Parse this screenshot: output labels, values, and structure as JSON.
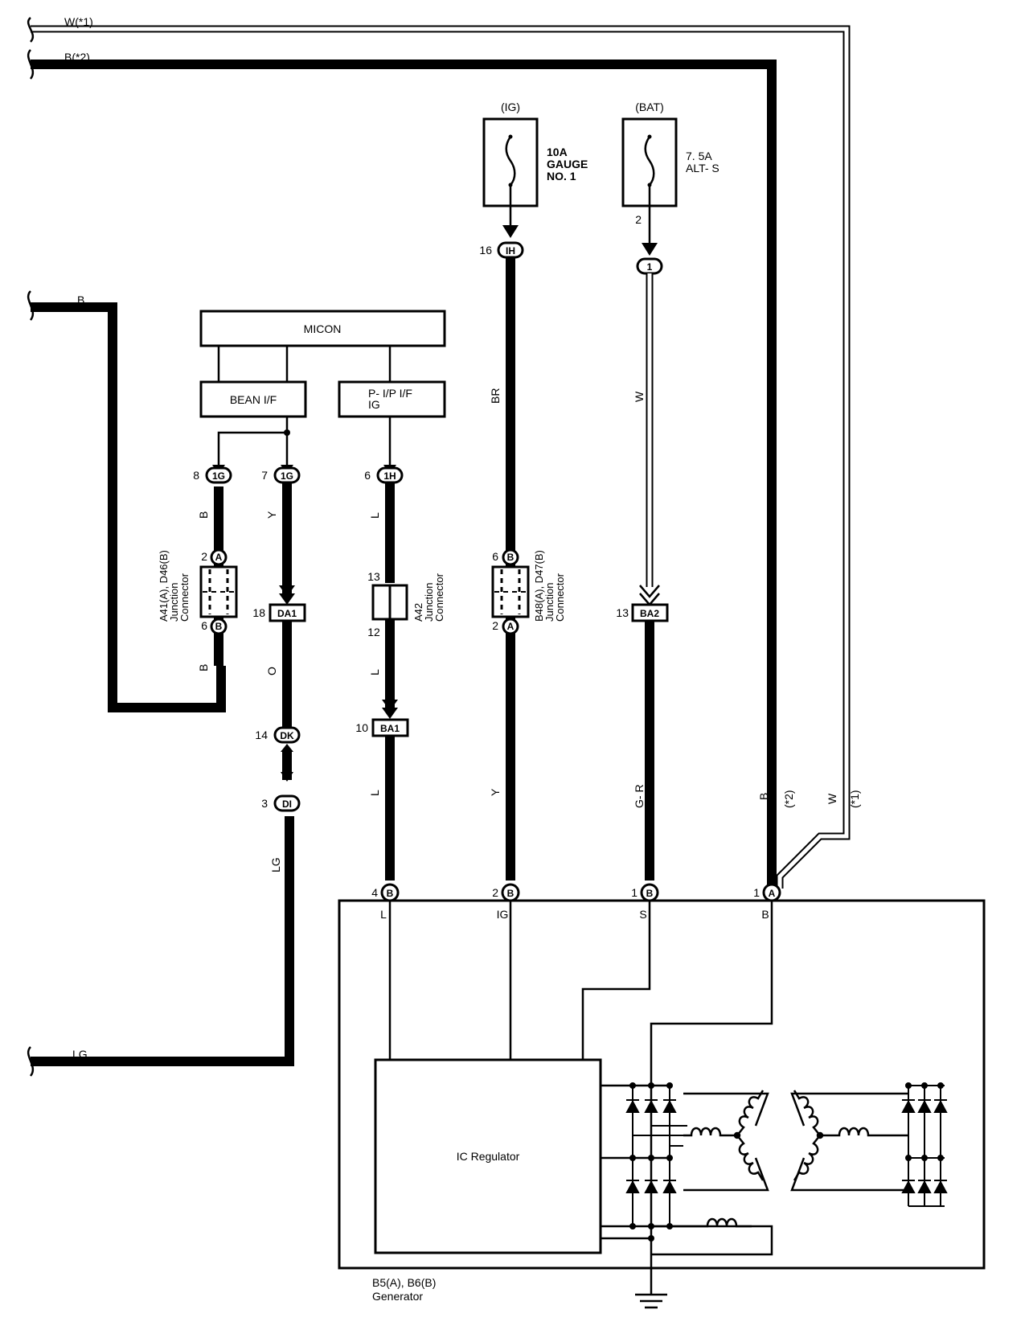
{
  "edge_wires": {
    "w1": "W(*1)",
    "b2": "B(*2)",
    "b": "B",
    "lg": "LG"
  },
  "fuses": {
    "ig": {
      "supply": "(IG)",
      "rating": "10A",
      "name_line1": "GAUGE",
      "name_line2": "NO. 1"
    },
    "bat": {
      "supply": "(BAT)",
      "rating": "7. 5A",
      "name": "ALT- S"
    }
  },
  "ecu": {
    "micon": "MICON",
    "bean": "BEAN I/F",
    "pip_line1": "P- I/P I/F",
    "pip_line2": "IG"
  },
  "connectors": {
    "c1g_8": {
      "pin": "8",
      "code": "1G"
    },
    "c1g_7": {
      "pin": "7",
      "code": "1G"
    },
    "c1h_6": {
      "pin": "6",
      "code": "1H"
    },
    "cih_16": {
      "pin": "16",
      "code": "IH"
    },
    "c1_2": {
      "pin": "2",
      "code": "1"
    },
    "da1": {
      "pin": "18",
      "code": "DA1"
    },
    "dk": {
      "pin": "14",
      "code": "DK"
    },
    "di": {
      "pin": "3",
      "code": "DI"
    },
    "ba1": {
      "pin": "10",
      "code": "BA1"
    },
    "ba2": {
      "pin": "13",
      "code": "BA2"
    },
    "jc1_top": {
      "pin": "2",
      "code": "A"
    },
    "jc1_bot": {
      "pin": "6",
      "code": "B"
    },
    "jc2_top": {
      "pin": "13"
    },
    "jc2_bot": {
      "pin": "12"
    },
    "jc3_top": {
      "pin": "6",
      "code": "B"
    },
    "jc3_bot": {
      "pin": "2",
      "code": "A"
    },
    "gen_l": {
      "pin": "4",
      "code": "B"
    },
    "gen_ig": {
      "pin": "2",
      "code": "B"
    },
    "gen_s": {
      "pin": "1",
      "code": "B"
    },
    "gen_b": {
      "pin": "1",
      "code": "A"
    }
  },
  "junction_labels": {
    "jc1": {
      "line1": "A41(A), D46(B)",
      "line2": "Junction",
      "line3": "Connector"
    },
    "jc2": {
      "line1": "A42",
      "line2": "Junction",
      "line3": "Connector"
    },
    "jc3": {
      "line1": "B48(A), D47(B)",
      "line2": "Junction",
      "line3": "Connector"
    }
  },
  "wire_colors": {
    "b_upper": "B",
    "b_lower": "B",
    "y": "Y",
    "o": "O",
    "lg": "LG",
    "l1": "L",
    "l2": "L",
    "l3": "L",
    "br": "BR",
    "y_ig": "Y",
    "w": "W",
    "gr": "G- R",
    "b_gen": "B",
    "b_gen_note": "(*2)",
    "w_gen": "W",
    "w_gen_note": "(*1)"
  },
  "generator": {
    "terminals": [
      "L",
      "IG",
      "S",
      "B"
    ],
    "regulator": "IC Regulator",
    "label_line1": "B5(A), B6(B)",
    "label_line2": "Generator"
  }
}
